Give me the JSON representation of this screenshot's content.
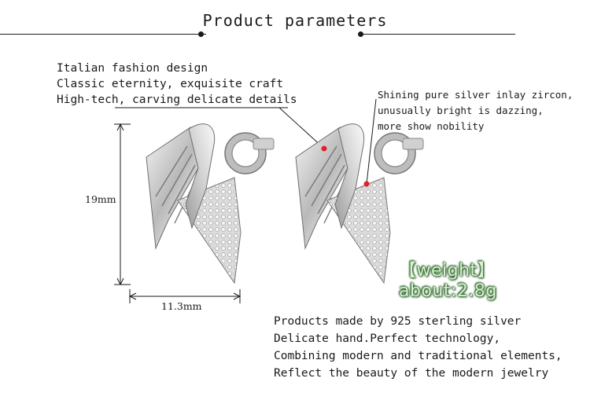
{
  "title": "Product parameters",
  "features": [
    "Italian fashion design",
    "Classic eternity, exquisite craft",
    "High-tech, carving delicate details"
  ],
  "zircon_note": [
    "Shining pure silver inlay zircon,",
    "unusually bright is dazzing,",
    "more show nobility"
  ],
  "dimensions": {
    "height": "19mm",
    "width": "11.3mm"
  },
  "weight": "【weight】about:2.8g",
  "description": [
    "Products made by 925 sterling silver",
    "Delicate hand.Perfect technology,",
    "Combining modern and traditional elements,",
    "Reflect the beauty of the modern jewelry"
  ],
  "colors": {
    "accent_marker": "#e0202a",
    "weight_text": "#d9f2cd",
    "weight_outline": "#2f6d2f"
  }
}
